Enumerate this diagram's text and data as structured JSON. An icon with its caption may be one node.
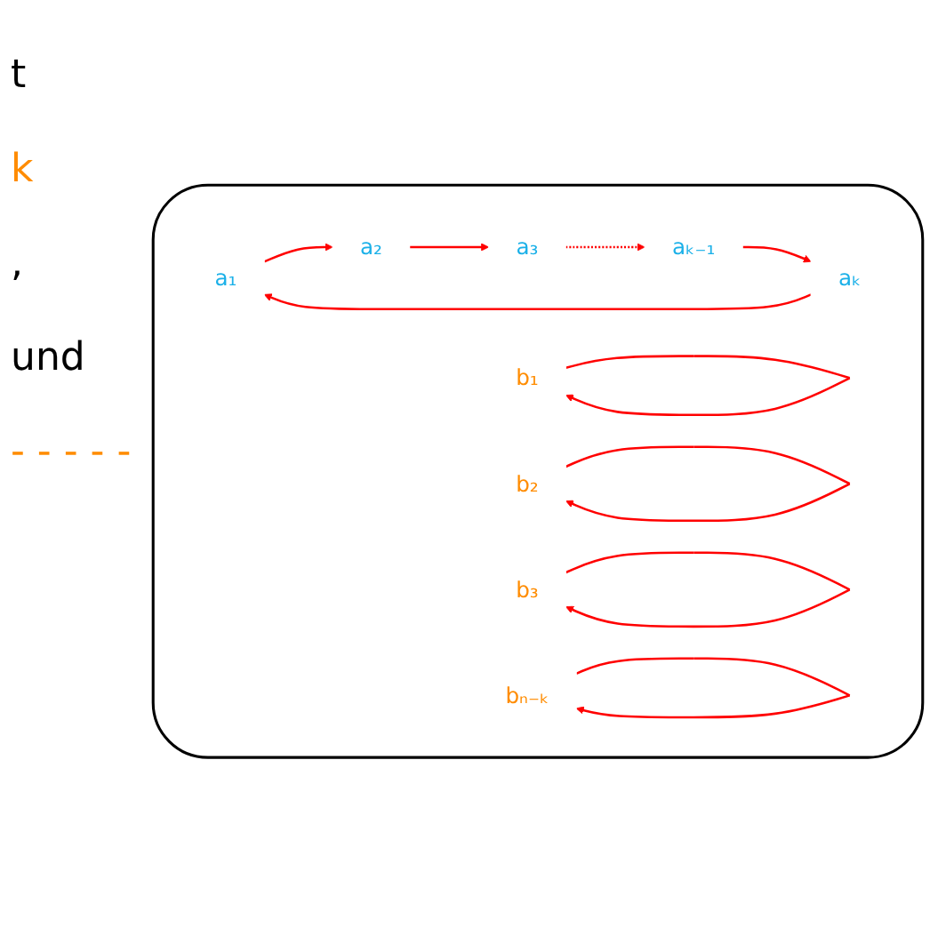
{
  "diagram": {
    "nodes": [
      {
        "text": [],
        "shape": "cloud"
      },
      {
        "text": [
          "a₁"
        ],
        "in": 0
      },
      {
        "text": [
          "a₂"
        ],
        "in": 0
      },
      {
        "text": [
          "a₃"
        ],
        "in": 0
      },
      {
        "text": [
          "aₖ₋₁"
        ],
        "in": 0
      },
      {
        "text": [
          "aₖ"
        ],
        "in": 0
      },
      {
        "text": [
          "b₁"
        ],
        "in": 0
      },
      {
        "text": [
          "b₂"
        ],
        "in": 0
      },
      {
        "text": [
          "b₃"
        ],
        "in": 0
      },
      {
        "text": [
          "bₙ₋ₖ"
        ],
        "in": 0
      }
    ],
    "edges": [
      {
        "from": 1,
        "to": 2,
        "arrow": "to"
      },
      {
        "from": 2,
        "to": 3,
        "arrow": "to"
      },
      {
        "from": 3,
        "to": 4,
        "arrow": "to",
        "style": "dashed"
      },
      {
        "from": 4,
        "to": 5,
        "arrow": "to"
      },
      {
        "from": 5,
        "to": 1,
        "arrow": "to"
      },
      {
        "from": 6,
        "to": 6,
        "arrow": "to"
      },
      {
        "from": 7,
        "to": 7,
        "arrow": "to"
      },
      {
        "from": 8,
        "to": 8,
        "arrow": "to"
      },
      {
        "from": 9,
        "to": 9,
        "arrow": "to"
      }
    ],
    "labels": [
      "t",
      "k",
      ",",
      "und",
      "- - - - -"
    ]
  }
}
